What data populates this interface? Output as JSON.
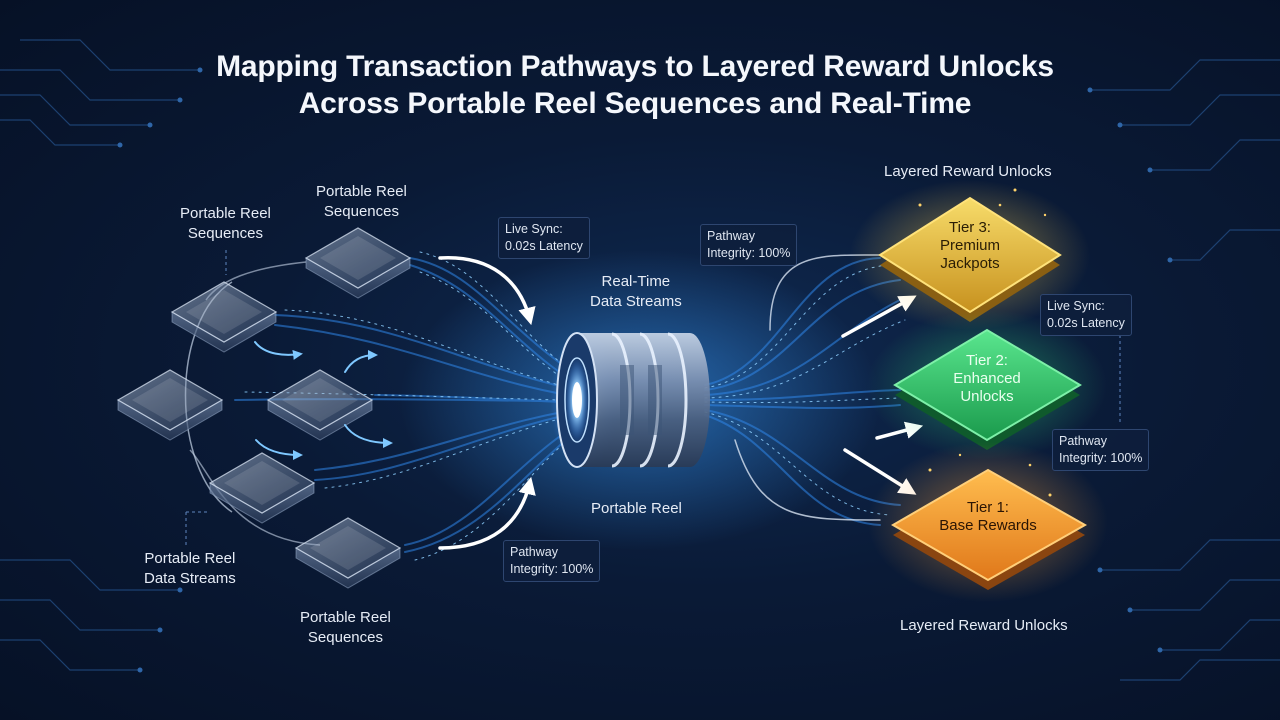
{
  "title": {
    "line1": "Mapping Transaction Pathways to Layered Reward Unlocks",
    "line2": "Across Portable Reel Sequences and Real-Time"
  },
  "labels": {
    "left_top_a": [
      "Portable Reel",
      "Sequences"
    ],
    "left_top_b": [
      "Portable Reel",
      "Sequences"
    ],
    "left_bottom_a": [
      "Portable Reel",
      "Data Streams"
    ],
    "left_bottom_b": [
      "Portable Reel",
      "Sequences"
    ],
    "center_top": [
      "Real-Time",
      "Data Streams"
    ],
    "center_bottom": "Portable Reel",
    "right_top": "Layered Reward Unlocks",
    "right_bottom": "Layered Reward Unlocks"
  },
  "callouts": {
    "live_sync_left": [
      "Live Sync:",
      "0.02s Latency"
    ],
    "pathway_center": [
      "Pathway",
      "Integrity: 100%"
    ],
    "pathway_left": [
      "Pathway",
      "Integrity: 100%"
    ],
    "live_sync_right": [
      "Live Sync:",
      "0.02s Latency"
    ],
    "pathway_right": [
      "Pathway",
      "Integrity: 100%"
    ]
  },
  "tiers": [
    {
      "name": "tier-3",
      "lines": [
        "Tier 3:",
        "Premium",
        "Jackpots"
      ],
      "color": "#e8b93a"
    },
    {
      "name": "tier-2",
      "lines": [
        "Tier 2:",
        "Enhanced",
        "Unlocks"
      ],
      "color": "#2fc56a"
    },
    {
      "name": "tier-1",
      "lines": [
        "Tier 1:",
        "Base Rewards"
      ],
      "color": "#f09a2a"
    }
  ],
  "colors": {
    "background": "#0a1a36",
    "stream": "#3fa8ff",
    "circuit": "#2a5a94"
  }
}
